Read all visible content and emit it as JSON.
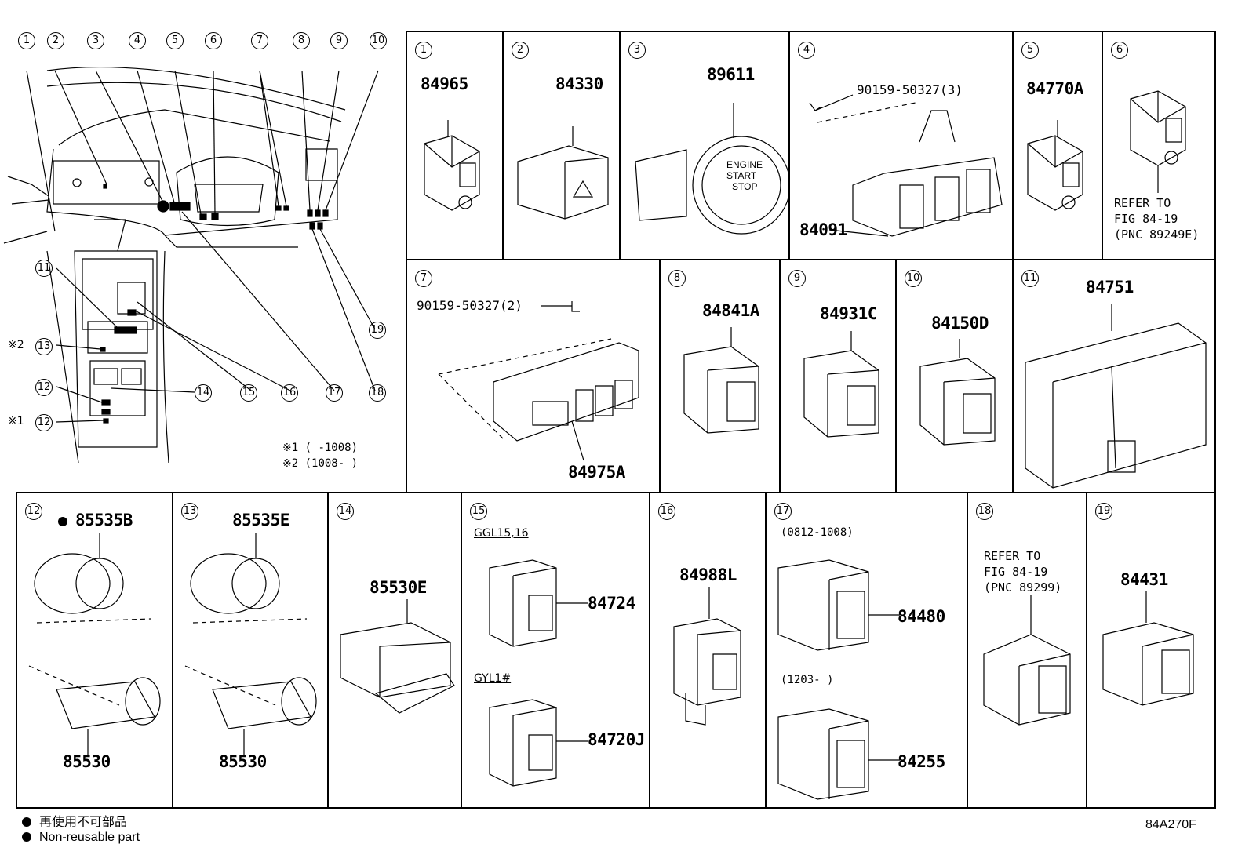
{
  "overview": {
    "top_callouts": [
      "1",
      "2",
      "3",
      "4",
      "5",
      "6",
      "7",
      "8",
      "9",
      "10"
    ],
    "side_callouts": [
      "11",
      "13",
      "12",
      "12",
      "14",
      "15",
      "16",
      "17",
      "18",
      "19"
    ],
    "note_marks": [
      "※2",
      "※1"
    ],
    "note1": "※1 (      -1008)",
    "note2": "※2 (1008-      )"
  },
  "cells": [
    {
      "num": "1",
      "parts": [
        "84965"
      ]
    },
    {
      "num": "2",
      "parts": [
        "84330"
      ]
    },
    {
      "num": "3",
      "parts": [
        "89611"
      ],
      "button_text": [
        "ENGINE",
        "START",
        "STOP"
      ]
    },
    {
      "num": "4",
      "parts": [
        "90159-50327(3)",
        "84091"
      ]
    },
    {
      "num": "5",
      "parts": [
        "84770A"
      ]
    },
    {
      "num": "6",
      "refer": "REFER TO\nFIG 84-19\n(PNC 89249E)"
    },
    {
      "num": "7",
      "parts": [
        "90159-50327(2)",
        "84975A"
      ]
    },
    {
      "num": "8",
      "parts": [
        "84841A"
      ]
    },
    {
      "num": "9",
      "parts": [
        "84931C"
      ]
    },
    {
      "num": "10",
      "parts": [
        "84150D"
      ]
    },
    {
      "num": "11",
      "parts": [
        "84751"
      ]
    },
    {
      "num": "12",
      "parts": [
        "85535B",
        "85530"
      ]
    },
    {
      "num": "13",
      "parts": [
        "85535E",
        "85530"
      ]
    },
    {
      "num": "14",
      "parts": [
        "85530E"
      ]
    },
    {
      "num": "15",
      "conditions": [
        "GGL15,16",
        "GYL1#"
      ],
      "parts": [
        "84724",
        "84720J"
      ]
    },
    {
      "num": "16",
      "parts": [
        "84988L"
      ]
    },
    {
      "num": "17",
      "conditions": [
        "(0812-1008)",
        "(1203-      )"
      ],
      "parts": [
        "84480",
        "84255"
      ]
    },
    {
      "num": "18",
      "refer": "REFER TO\nFIG 84-19\n(PNC 89299)"
    },
    {
      "num": "19",
      "parts": [
        "84431"
      ]
    }
  ],
  "legend": {
    "jp": "再使用不可部品",
    "en": "Non-reusable part"
  },
  "figure_code": "84A270F",
  "colors": {
    "line": "#000000",
    "background": "#ffffff"
  }
}
